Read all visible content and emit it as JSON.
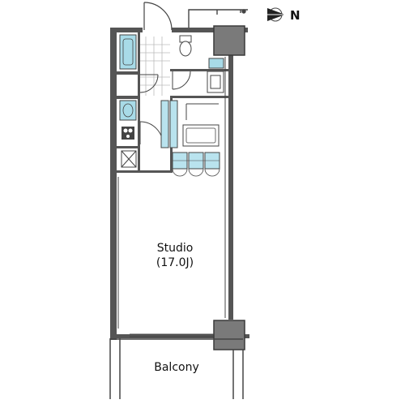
{
  "rooms": {
    "studio_name": "Studio",
    "studio_size": "(17.0J)",
    "balcony": "Balcony"
  },
  "compass": {
    "north_label": "N"
  },
  "colors": {
    "wall": "#555555",
    "wall_dark": "#3a3a3a",
    "column": "#7a7a7a",
    "fixture": "#a8dbe8",
    "cabinet": "#b9e3ee",
    "line": "#444444"
  },
  "icons": [
    "compass-icon",
    "door-swing-icon",
    "bathtub-icon",
    "toilet-icon",
    "washbasin-icon",
    "stove-icon",
    "sink-icon",
    "washing-machine-icon",
    "closet-icon"
  ]
}
